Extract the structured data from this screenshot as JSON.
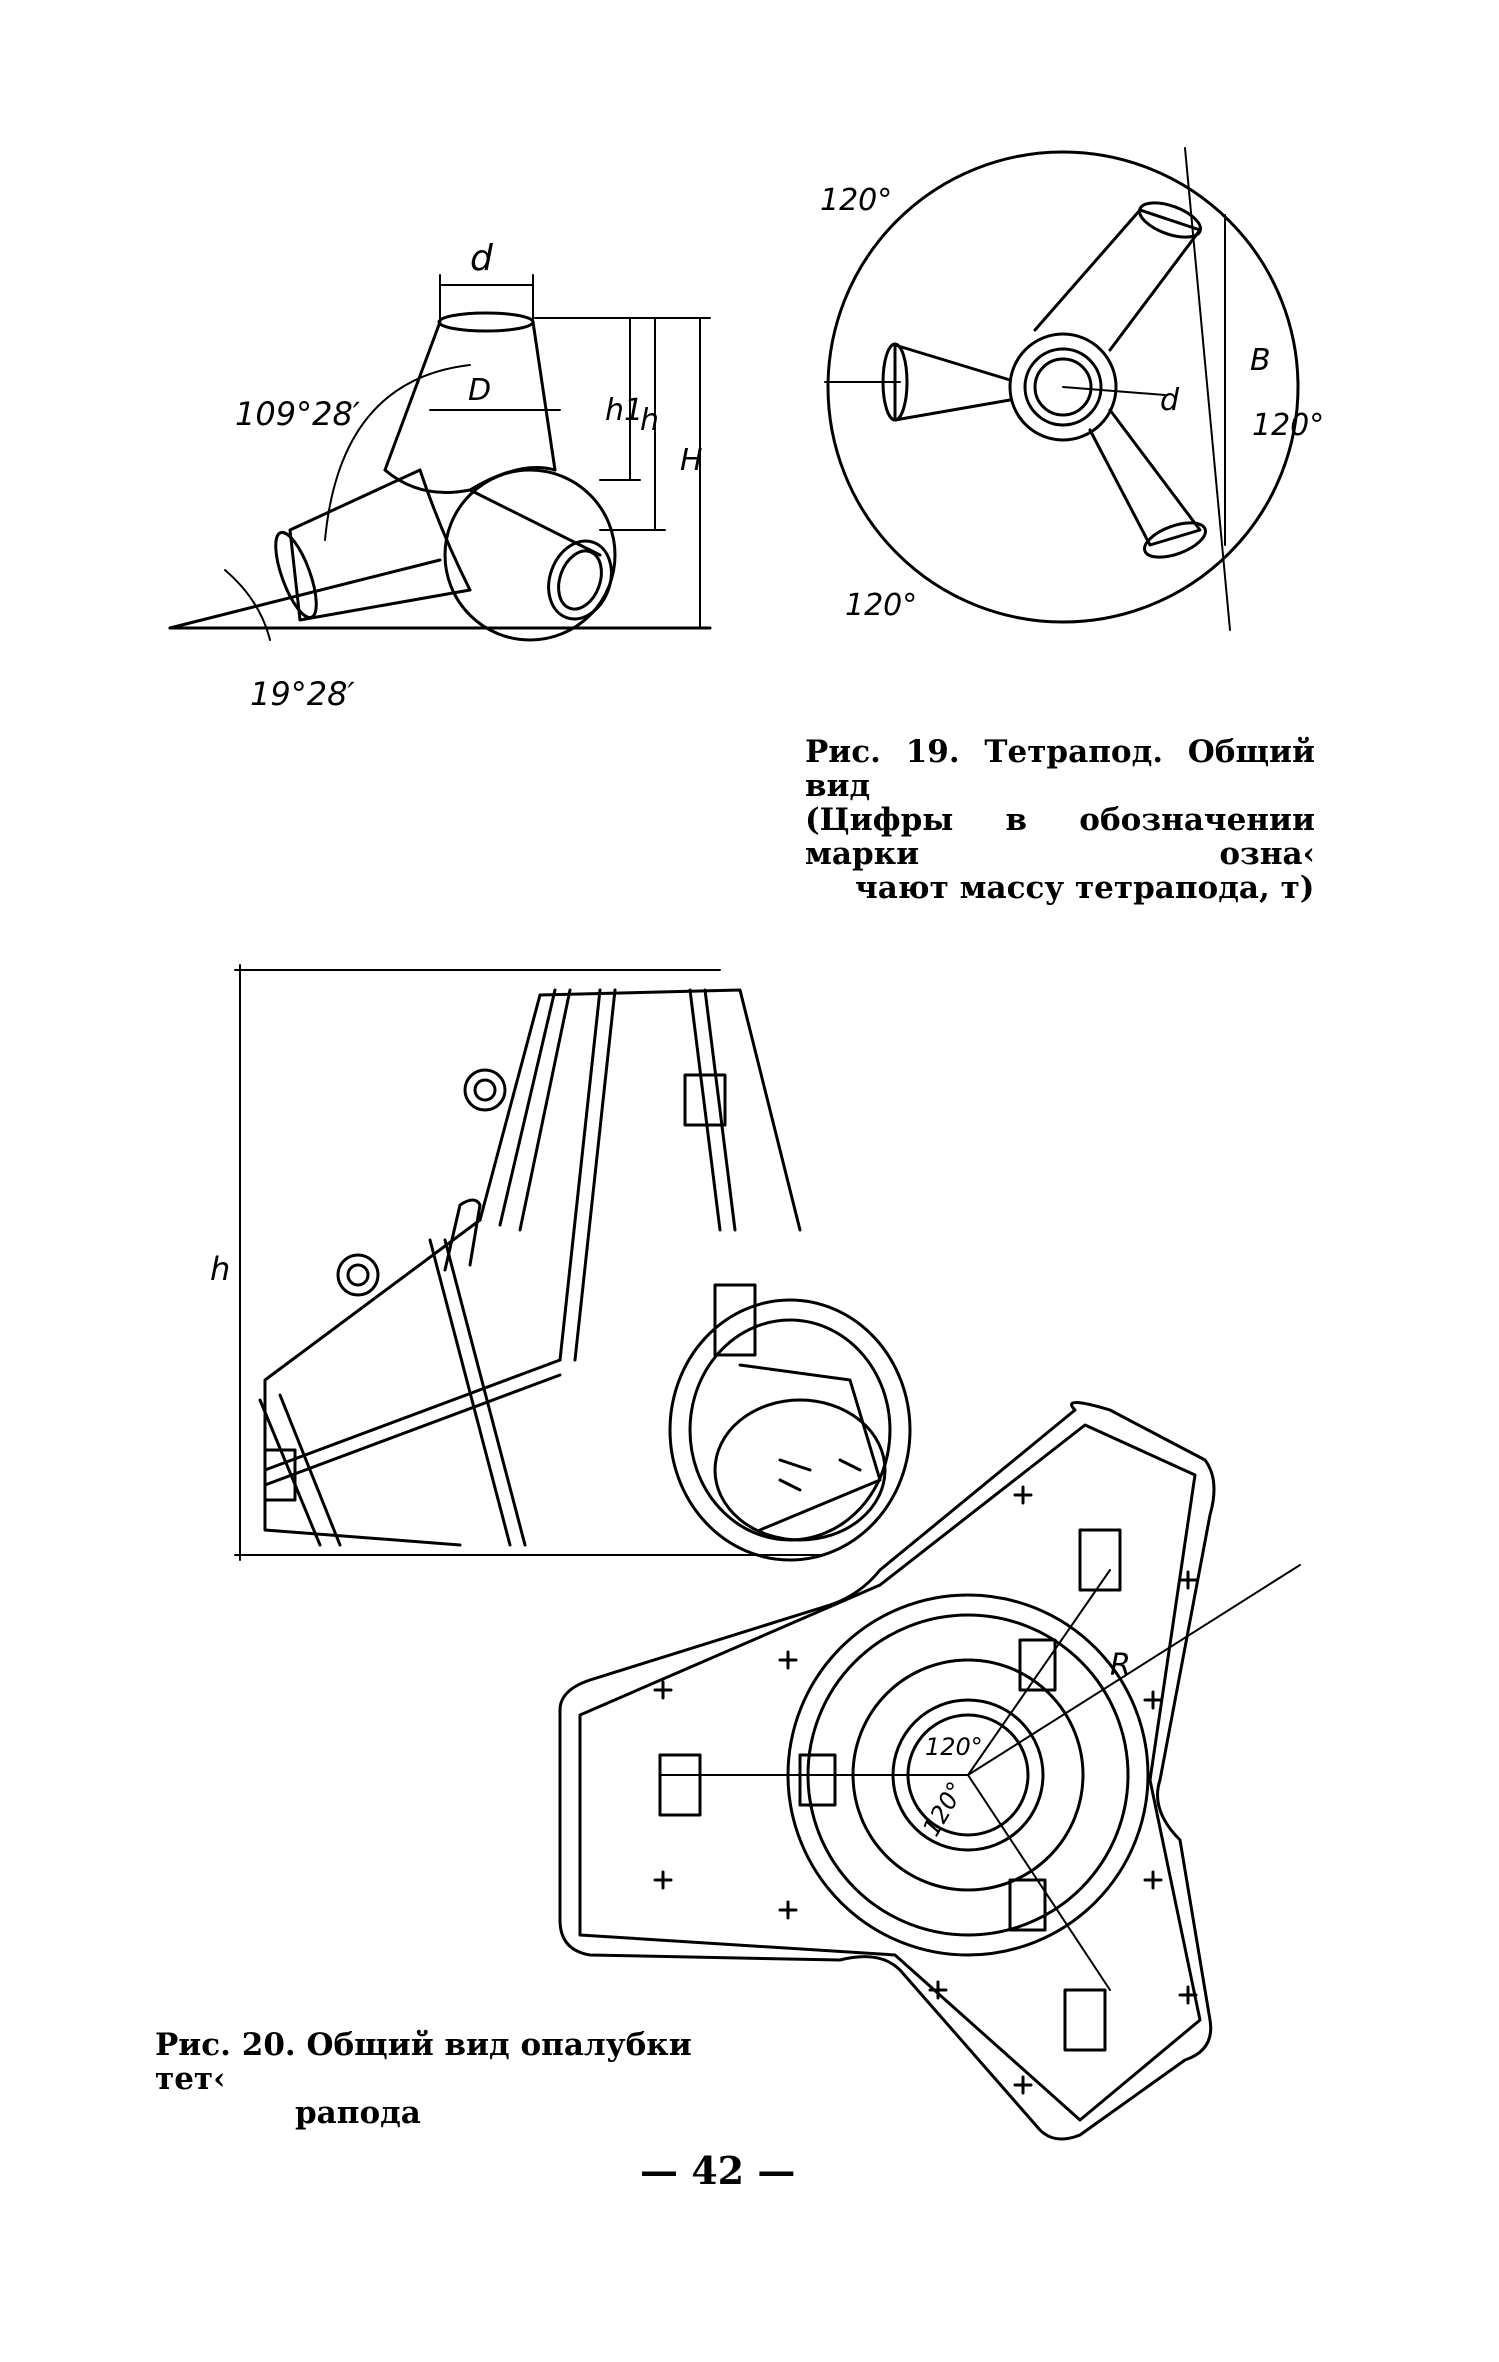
{
  "figure19": {
    "side_view": {
      "dim_d": "d",
      "dim_D": "D",
      "dim_h1": "h1",
      "dim_h": "h",
      "dim_H": "H",
      "angle_top": "109°28′",
      "angle_bottom": "19°28′"
    },
    "plan_view": {
      "angle_top_left": "120°",
      "angle_right": "120°",
      "angle_bottom_left": "120°",
      "dim_B": "B",
      "dim_d": "d"
    },
    "caption": {
      "line1": "Рис.  19.  Тетрапод.  Общий  вид",
      "line2": "(Цифры в обозначении марки озна‹",
      "line3": "чают массу тетрапода, т)"
    }
  },
  "figure20": {
    "side_view": {
      "dim_h": "h"
    },
    "plan_view": {
      "dim_R": "R",
      "angle_1": "120°",
      "angle_2": "120°"
    },
    "caption": {
      "line1": "Рис.  20.  Общий вид опалубки тет‹",
      "line2": "рапода"
    }
  },
  "page_number": "— 42 —"
}
